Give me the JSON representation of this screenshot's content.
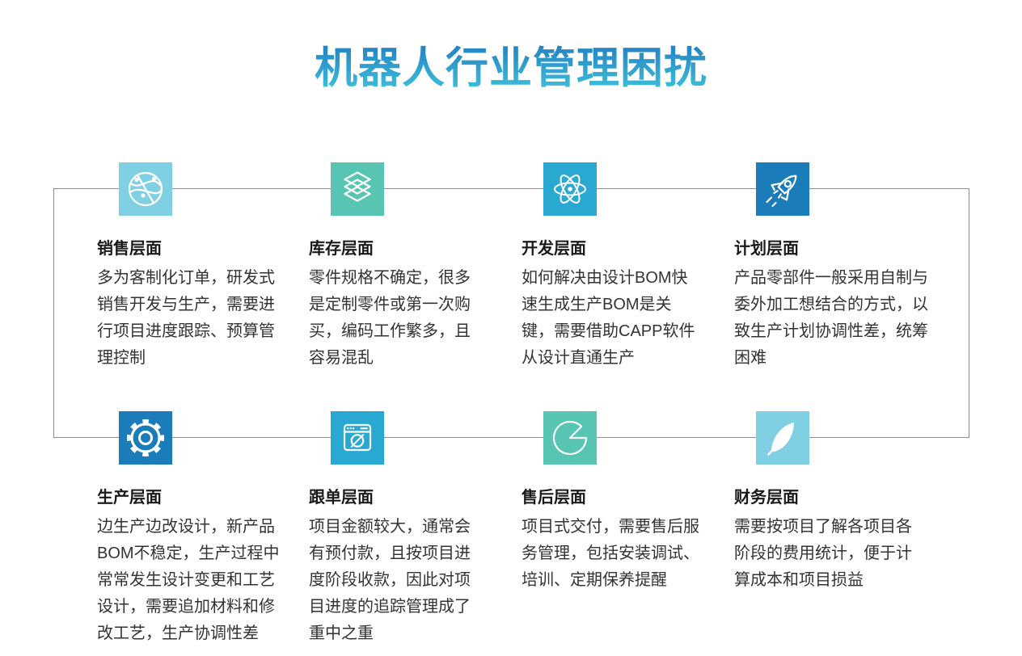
{
  "page": {
    "title": "机器人行业管理困扰"
  },
  "theme": {
    "background": "#ffffff",
    "title_gradient_top": "#1f78bd",
    "title_gradient_bottom": "#3ec2dd",
    "connector_line_color": "#8f8f8f",
    "heading_color": "#1a1a1a",
    "body_color": "#333333",
    "icon_glyph_color": "#ffffff"
  },
  "sections": [
    {
      "id": "sales",
      "icon": "globe-network-icon",
      "color": "#7fd0e3",
      "title": "销售层面",
      "description": "多为客制化订单，研发式销售开发与生产，需要进行项目进度跟踪、预算管理控制"
    },
    {
      "id": "inventory",
      "icon": "layers-icon",
      "color": "#57c5b2",
      "title": "库存层面",
      "description": "零件规格不确定，很多是定制零件或第一次购买，编码工作繁多，且容易混乱"
    },
    {
      "id": "development",
      "icon": "atom-icon",
      "color": "#29a9d2",
      "title": "开发层面",
      "description": "如何解决由设计BOM快速生成生产BOM是关键，需要借助CAPP软件从设计直通生产"
    },
    {
      "id": "planning",
      "icon": "rocket-icon",
      "color": "#1b7cba",
      "title": "计划层面",
      "description": "产品零部件一般采用自制与委外加工想结合的方式，以致生产计划协调性差，统筹困难"
    },
    {
      "id": "production",
      "icon": "gear-icon",
      "color": "#1b7cba",
      "title": "生产层面",
      "description": "边生产边改设计，新产品BOM不稳定，生产过程中常常发生设计变更和工艺设计，需要追加材料和修改工艺，生产协调性差"
    },
    {
      "id": "order-tracking",
      "icon": "browser-compass-icon",
      "color": "#29a9d2",
      "title": "跟单层面",
      "description": "项目金额较大，通常会有预付款，且按项目进度阶段收款，因此对项目进度的追踪管理成了重中之重"
    },
    {
      "id": "after-sales",
      "icon": "pie-chart-icon",
      "color": "#57c5b2",
      "title": "售后层面",
      "description": "项目式交付，需要售后服务管理，包括安装调试、培训、定期保养提醒"
    },
    {
      "id": "finance",
      "icon": "feather-icon",
      "color": "#7fd0e3",
      "title": "财务层面",
      "description": "需要按项目了解各项目各阶段的费用统计，便于计算成本和项目损益"
    }
  ]
}
